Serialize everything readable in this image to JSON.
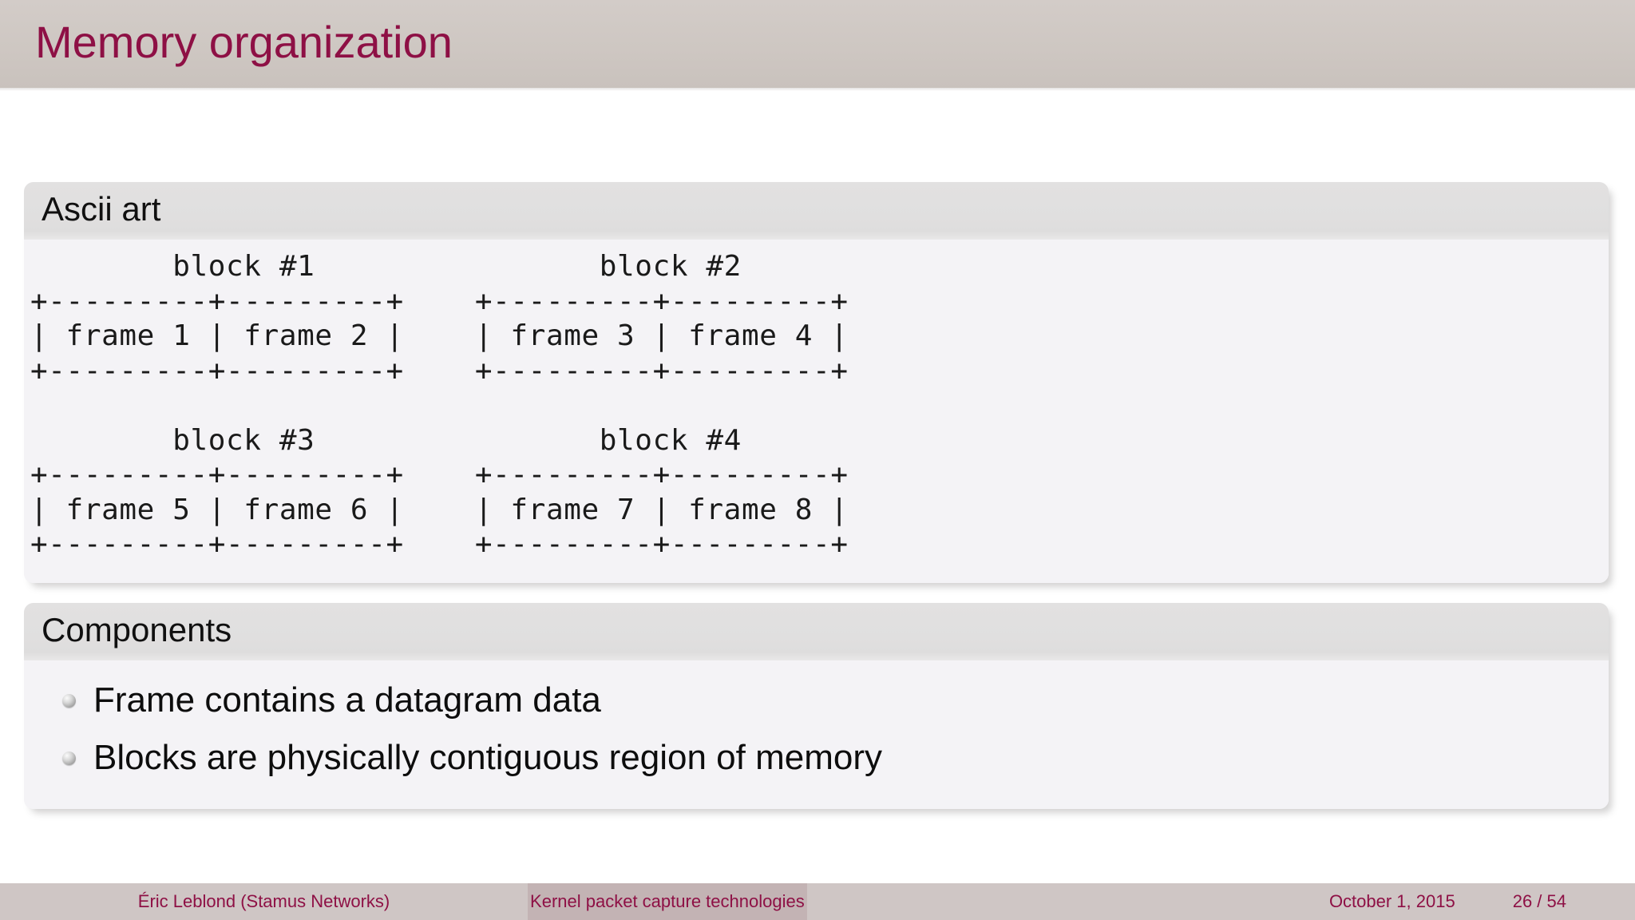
{
  "slide": {
    "title": "Memory organization",
    "accent_color": "#8e1045",
    "header_bg": "#cfc8c4"
  },
  "blocks": {
    "ascii": {
      "title": "Ascii art",
      "content": "        block #1                block #2\n+---------+---------+    +---------+---------+\n| frame 1 | frame 2 |    | frame 3 | frame 4 |\n+---------+---------+    +---------+---------+\n\n        block #3                block #4\n+---------+---------+    +---------+---------+\n| frame 5 | frame 6 |    | frame 7 | frame 8 |\n+---------+---------+    +---------+---------+"
    },
    "components": {
      "title": "Components",
      "items": [
        "Frame contains a datagram data",
        "Blocks are physically contiguous region of memory"
      ]
    }
  },
  "footer": {
    "author": "Éric Leblond  (Stamus Networks)",
    "presentation_title": "Kernel packet capture technologies",
    "date": "October 1, 2015",
    "page": "26 / 54"
  }
}
